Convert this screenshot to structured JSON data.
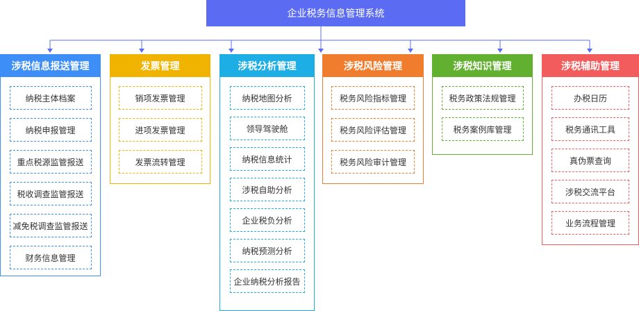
{
  "root_title": "企业税务信息管理系统",
  "columns": [
    {
      "title": "涉税信息报送管理",
      "color": "#3e8ef7",
      "items": [
        "纳税主体档案",
        "纳税申报管理",
        "重点税源监管报送",
        "税收调查监管报送",
        "减免税调查监管报送",
        "财务信息管理"
      ]
    },
    {
      "title": "发票管理",
      "color": "#f0b400",
      "items": [
        "销项发票管理",
        "进项发票管理",
        "发票流转管理"
      ]
    },
    {
      "title": "涉税分析管理",
      "color": "#1eaee6",
      "items": [
        "纳税地图分析",
        "领导驾驶舱",
        "纳税信息统计",
        "涉税自助分析",
        "企业税负分析",
        "纳税预测分析",
        "企业纳税分析报告"
      ]
    },
    {
      "title": "涉税风险管理",
      "color": "#f07c2e",
      "items": [
        "税务风险指标管理",
        "税务风险评估管理",
        "税务风险审计管理"
      ]
    },
    {
      "title": "涉税知识管理",
      "color": "#62b030",
      "items": [
        "税务政策法规管理",
        "税务案例库管理"
      ]
    },
    {
      "title": "涉税辅助管理",
      "color": "#f25c5c",
      "items": [
        "办税日历",
        "税务通讯工具",
        "真伪票查询",
        "涉税交流平台",
        "业务流程管理"
      ]
    }
  ],
  "connector_color": "#5b6cf3"
}
